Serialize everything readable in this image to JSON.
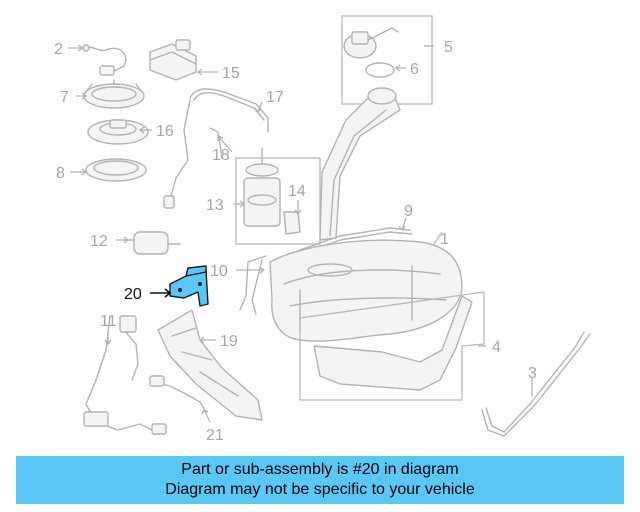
{
  "diagram": {
    "callouts": [
      "1",
      "2",
      "3",
      "4",
      "5",
      "6",
      "7",
      "8",
      "9",
      "10",
      "11",
      "12",
      "13",
      "14",
      "15",
      "16",
      "17",
      "18",
      "19",
      "20",
      "21"
    ],
    "highlighted_part": "20"
  },
  "banner": {
    "line1": "Part or sub-assembly is #20 in diagram",
    "line2": "Diagram may not be specific to your vehicle"
  },
  "colors": {
    "banner_bg": "#5ac8f5",
    "highlight_fill": "#5ac8f5",
    "line_gray": "#b3b3b3"
  }
}
